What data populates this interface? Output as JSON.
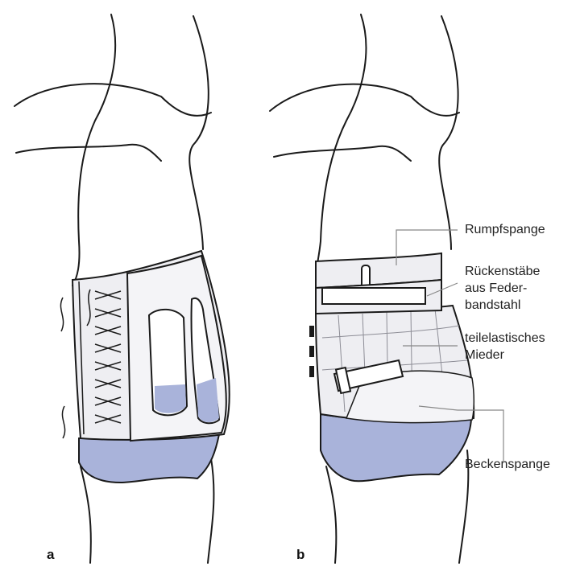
{
  "panels": [
    {
      "letter": "a"
    },
    {
      "letter": "b"
    }
  ],
  "labels": {
    "rumpfspange": "Rumpfspange",
    "rueckenstaebe_1": "Rückenstäbe",
    "rueckenstaebe_2": "aus Feder-",
    "rueckenstaebe_3": "bandstahl",
    "mieder_1": "teilelastisches",
    "mieder_2": "Mieder",
    "beckenspange": "Beckenspange"
  },
  "colors": {
    "outline": "#1a1a1a",
    "brace_fill": "#eeeef2",
    "garment_blue": "#a9b3da",
    "leader_line": "#888888"
  }
}
